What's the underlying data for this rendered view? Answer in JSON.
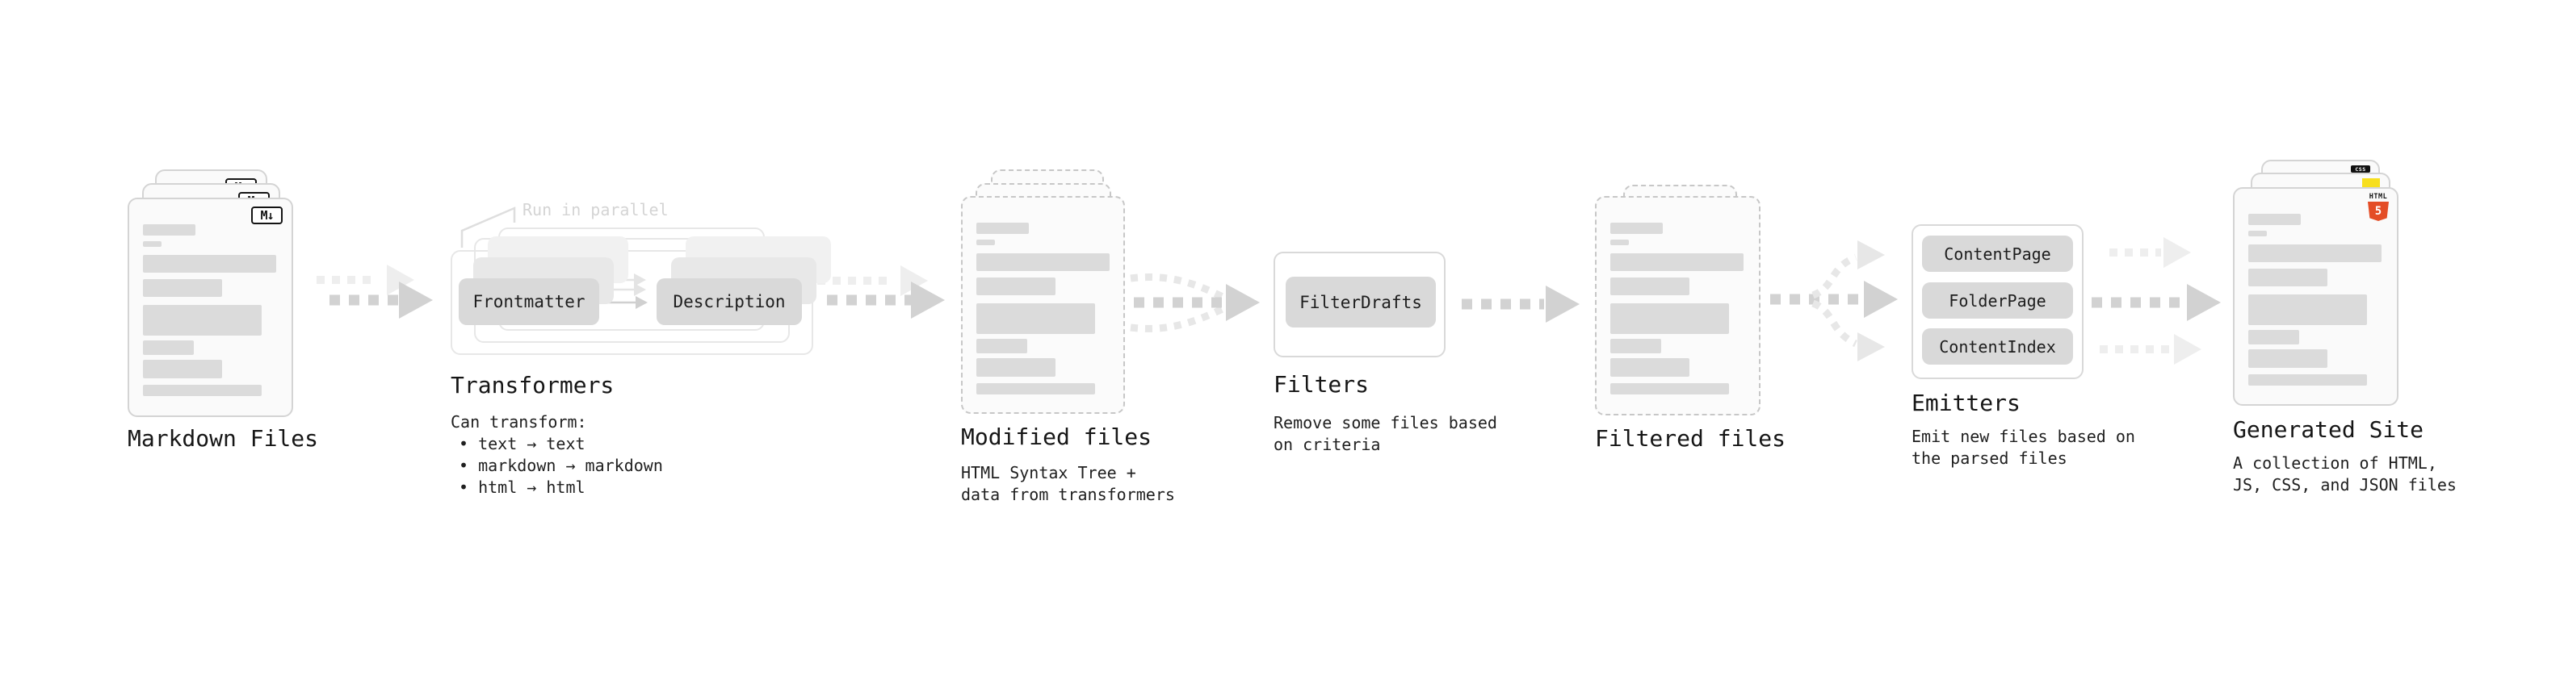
{
  "sections": {
    "markdown_files": {
      "title": "Markdown Files",
      "icon_label": "M↓"
    },
    "transformers": {
      "title": "Transformers",
      "note": "Run in parallel",
      "pills": [
        "Frontmatter",
        "Description"
      ],
      "caption": "Can transform:",
      "bullets": [
        "• text → text",
        "• markdown → markdown",
        "• html → html"
      ]
    },
    "modified_files": {
      "title": "Modified files",
      "caption_lines": [
        "HTML Syntax Tree +",
        "data from transformers"
      ]
    },
    "filters": {
      "title": "Filters",
      "pill": "FilterDrafts",
      "caption_lines": [
        "Remove some files based",
        "on criteria"
      ]
    },
    "filtered_files": {
      "title": "Filtered files"
    },
    "emitters": {
      "title": "Emitters",
      "pills": [
        "ContentPage",
        "FolderPage",
        "ContentIndex"
      ],
      "caption_lines": [
        "Emit new files based on",
        "the parsed files"
      ]
    },
    "generated_site": {
      "title": "Generated Site",
      "caption_lines": [
        "A collection of HTML,",
        "JS, CSS, and JSON files"
      ],
      "badges": {
        "html5_text": "HTML",
        "html5_number": "5",
        "css_text": "CSS"
      }
    }
  },
  "colors": {
    "html5_orange": "#E44D26",
    "js_yellow": "#F7DF1E",
    "css_blue": "#2965F1",
    "css_badge_dark": "#101010",
    "pill_gray": "#D9D9D9",
    "arrow_gray": "#D2D2D2",
    "arrow_light": "#EEEEEE",
    "note_gray": "#D4D4D4"
  }
}
